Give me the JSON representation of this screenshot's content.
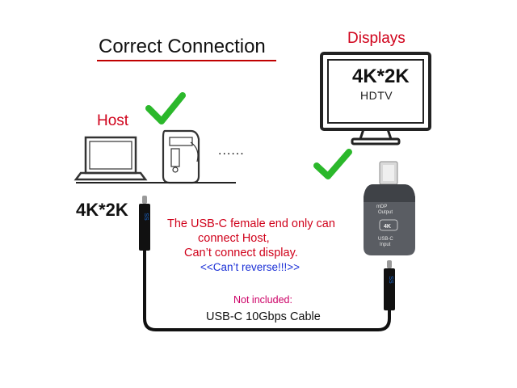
{
  "diagram": {
    "title": "Correct Connection",
    "host_label": "Host",
    "displays_label": "Displays",
    "monitor_resolution": "4K*2K",
    "monitor_caption": "HDTV",
    "host_resolution": "4K*2K",
    "more_devices": "......",
    "warning_line_1": "The USB-C female end only can",
    "warning_line_2": "connect Host,",
    "warning_line_3": "Can’t connect display.",
    "reverse_note": "<<Can’t reverse!!!>>",
    "not_included": "Not included:",
    "cable_label": "USB-C 10Gbps Cable",
    "adapter": {
      "top_label": "mDP",
      "top_sub": "Output",
      "badge": "4K",
      "bottom_label": "USB-C",
      "bottom_sub": "Input"
    },
    "icons": [
      "check-icon",
      "laptop-icon",
      "phone-icon",
      "monitor-icon",
      "usb-c-plug-icon",
      "adapter-icon"
    ],
    "colors": {
      "accent_red": "#d0021b",
      "check_green": "#2bb82b",
      "note_blue": "#1a2fd6",
      "note_pink": "#cc0066"
    }
  }
}
